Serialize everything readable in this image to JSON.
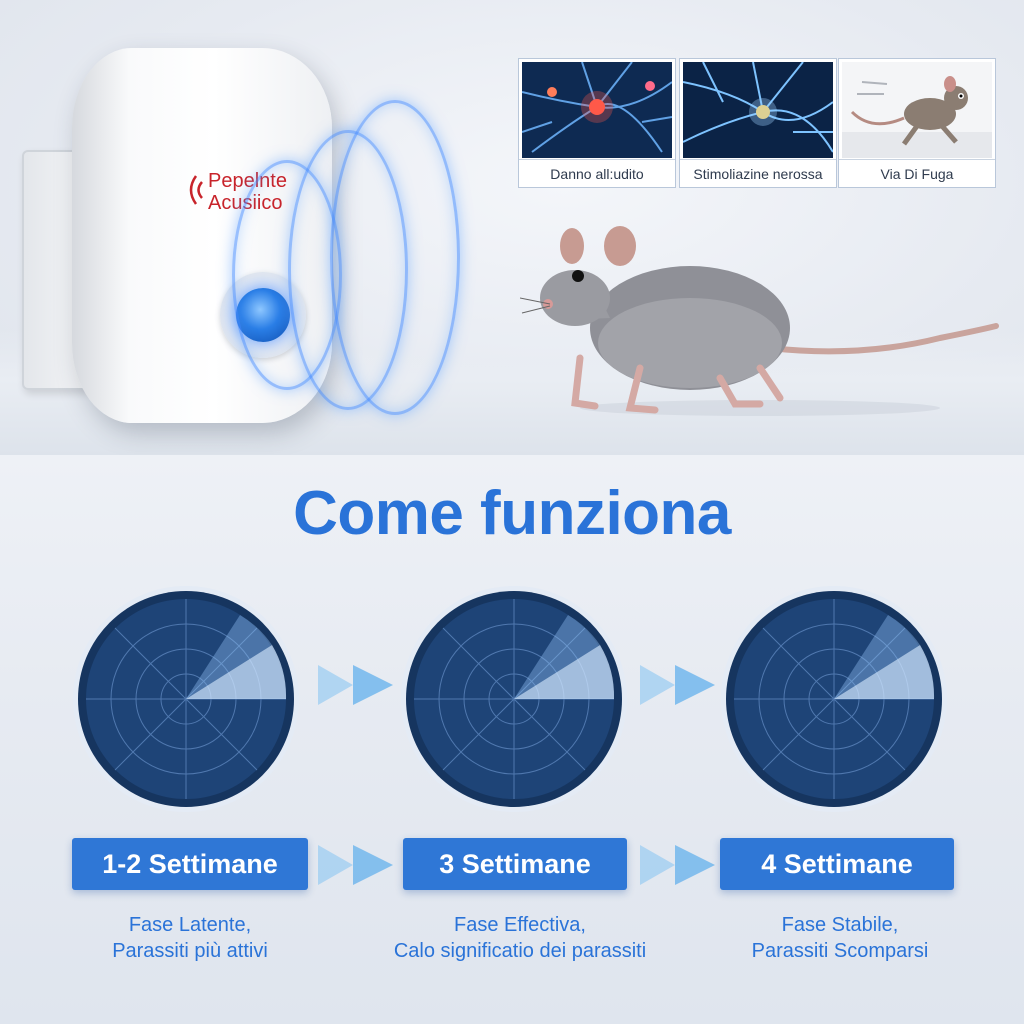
{
  "device": {
    "brand_line1": "Pepelnte",
    "brand_line2": "Acusiico"
  },
  "thumbnails": [
    {
      "label": "Danno all:udito",
      "icon": "neuron-damage"
    },
    {
      "label": "Stimoliazine nerossa",
      "icon": "neuron-network"
    },
    {
      "label": "Via Di Fuga",
      "icon": "fleeing-rat"
    }
  ],
  "title": "Come funziona",
  "steps": [
    {
      "label": "1-2 Settimane",
      "desc_line1": "Fase Latente,",
      "desc_line2": "Parassiti più attivi"
    },
    {
      "label": "3 Settimane",
      "desc_line1": "Fase Effectiva,",
      "desc_line2": "Calo significatio dei parassiti"
    },
    {
      "label": "4 Settimane",
      "desc_line1": "Fase Stabile,",
      "desc_line2": "Parassiti Scomparsi"
    }
  ],
  "colors": {
    "accent": "#2a73d8",
    "step_box": "#2f77d6",
    "logo_red": "#c8242b",
    "led_blue": "#2a7ee6"
  }
}
